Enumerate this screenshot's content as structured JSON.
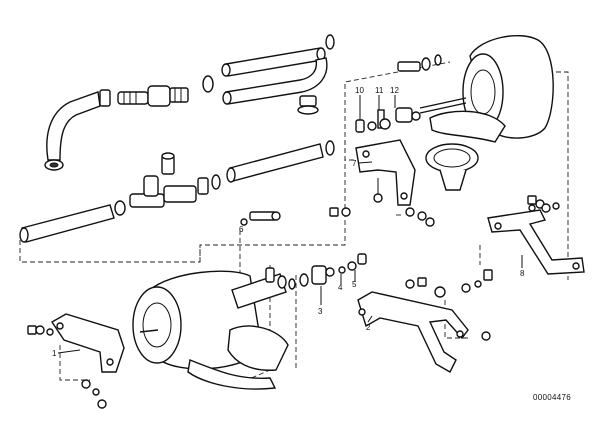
{
  "callouts": [
    {
      "id": "c-10",
      "label": "10"
    },
    {
      "id": "c-11",
      "label": "11"
    },
    {
      "id": "c-12",
      "label": "12"
    },
    {
      "id": "c-7",
      "label": "7"
    },
    {
      "id": "c-6",
      "label": "6"
    },
    {
      "id": "c-8",
      "label": "8"
    },
    {
      "id": "c-3",
      "label": "3"
    },
    {
      "id": "c-4",
      "label": "4"
    },
    {
      "id": "c-5",
      "label": "5"
    },
    {
      "id": "c-2",
      "label": "2"
    },
    {
      "id": "c-1",
      "label": "1"
    }
  ],
  "document_id": "00004476"
}
